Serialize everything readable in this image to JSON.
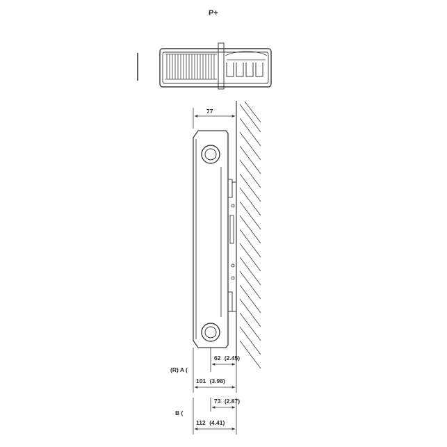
{
  "diagram": {
    "title": "P+",
    "top_dimension": "77",
    "dimensions": [
      {
        "value": "62",
        "inch": "(2.45)"
      },
      {
        "value": "101",
        "inch": "(3.98)"
      },
      {
        "value": "73",
        "inch": "(2.87)"
      },
      {
        "value": "112",
        "inch": "(4.41)"
      }
    ],
    "row_labels": {
      "a": "(R) A (",
      "b": "B ("
    }
  }
}
